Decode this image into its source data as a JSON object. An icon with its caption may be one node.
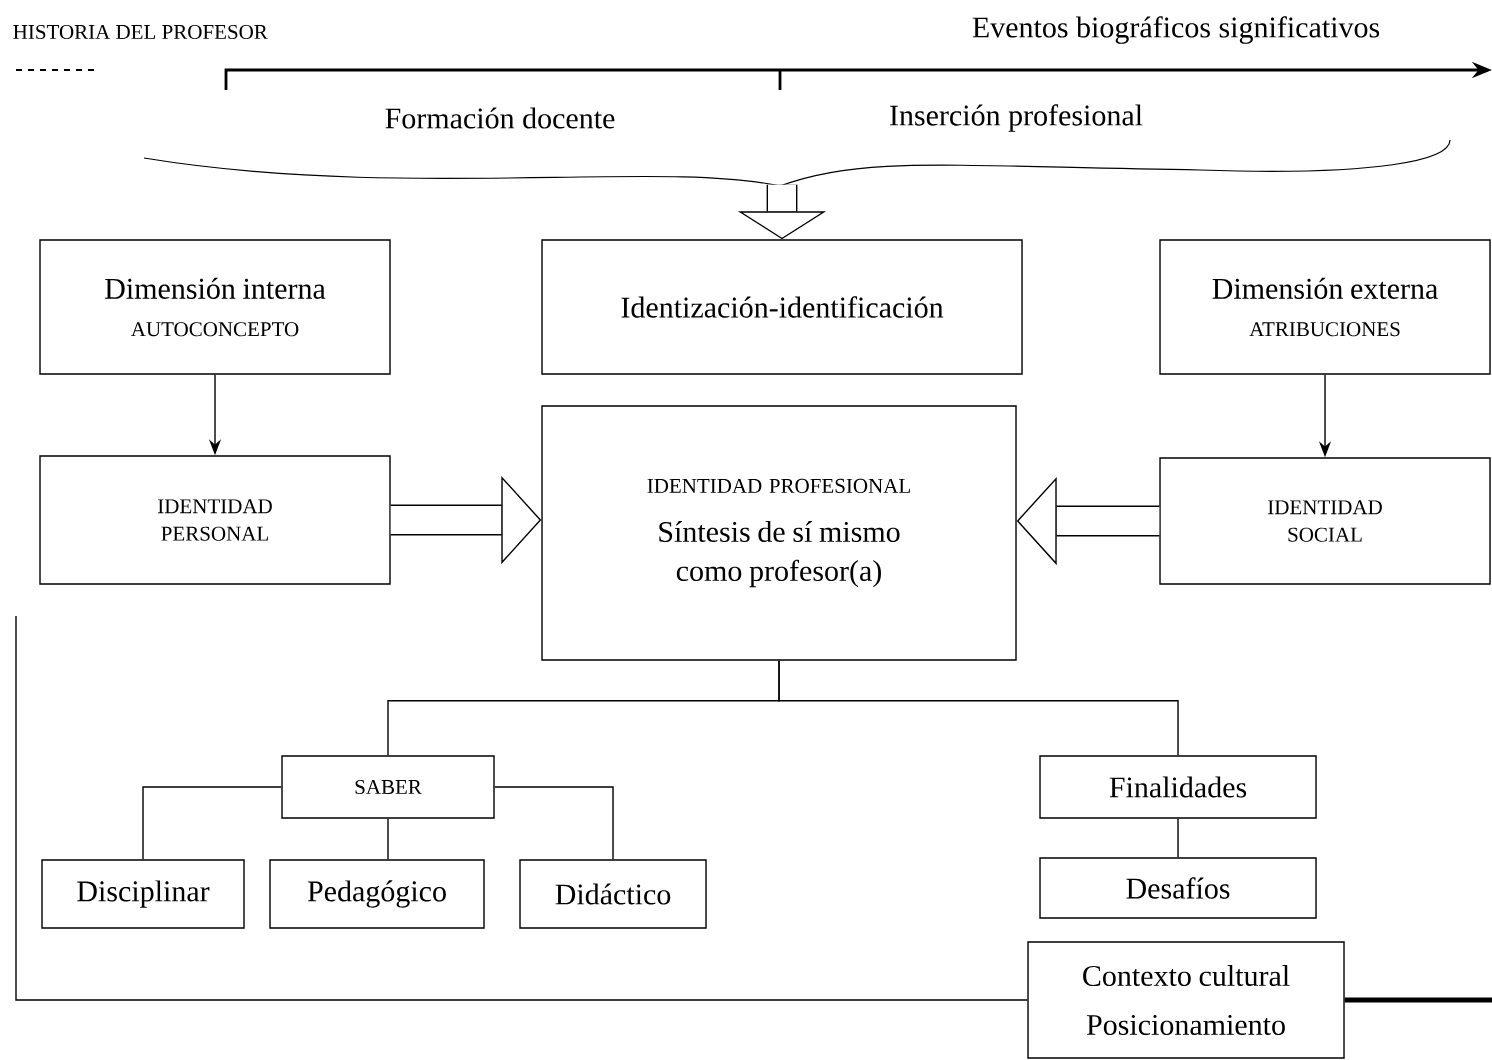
{
  "diagram": {
    "nodes": [
      {
        "text": [],
        "shape": "brace"
      },
      {
        "text": [
          "Dimensión interna",
          "AUTOCONCEPTO"
        ]
      },
      {
        "text": [
          "Identización-identificación"
        ]
      },
      {
        "text": [
          "Dimensión externa",
          "ATRIBUCIONES"
        ]
      },
      {
        "text": [
          "IDENTIDAD PERSONAL"
        ]
      },
      {
        "text": [
          "IDENTIDAD PROFESIONAL",
          "Síntesis de sí mismo como profesor(a)"
        ]
      },
      {
        "text": [
          "IDENTIDAD SOCIAL"
        ]
      },
      {
        "text": [
          "SABER"
        ]
      },
      {
        "text": [
          "Finalidades"
        ]
      },
      {
        "text": [
          "Disciplinar"
        ]
      },
      {
        "text": [
          "Pedagógico"
        ]
      },
      {
        "text": [
          "Didáctico"
        ]
      },
      {
        "text": [
          "Desafíos"
        ]
      },
      {
        "text": [
          "Contexto cultural",
          "Posicionamiento"
        ]
      }
    ],
    "edges": [
      {
        "from": 1,
        "to": 4,
        "arrow": "to"
      },
      {
        "from": 3,
        "to": 6,
        "arrow": "to"
      },
      {
        "from": 0,
        "to": 2,
        "arrow": "to",
        "style": "thick"
      },
      {
        "from": 4,
        "to": 5,
        "arrow": "to",
        "style": "thick"
      },
      {
        "from": 6,
        "to": 5,
        "arrow": "to",
        "style": "thick"
      },
      {
        "from": 5,
        "to": 7,
        "arrow": "none"
      },
      {
        "from": 5,
        "to": 8,
        "arrow": "none"
      },
      {
        "from": 7,
        "to": 9,
        "arrow": "none"
      },
      {
        "from": 7,
        "to": 10,
        "arrow": "none"
      },
      {
        "from": 7,
        "to": 11,
        "arrow": "none"
      },
      {
        "from": 8,
        "to": 12,
        "arrow": "none"
      },
      {
        "from": null,
        "to": 13,
        "arrow": "none"
      },
      {
        "from": 13,
        "to": null,
        "arrow": "none",
        "style": "thick"
      }
    ],
    "labels": [
      "HISTORIA DEL PROFESOR",
      "Eventos biográficos significativos",
      "Formación docente",
      "Inserción profesional"
    ]
  }
}
